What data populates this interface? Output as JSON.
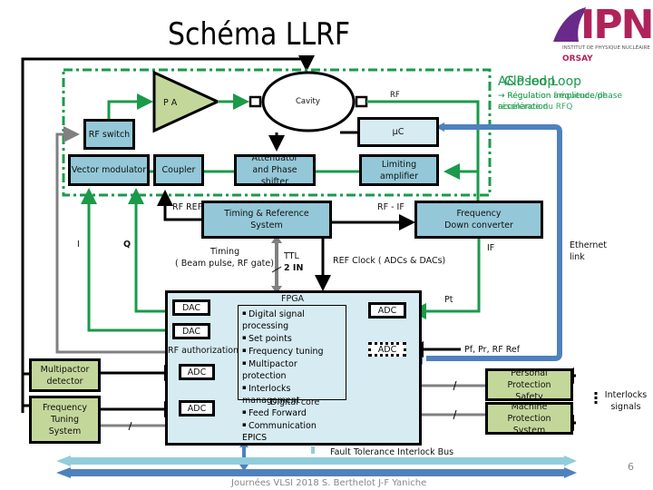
{
  "title": "Schéma LLRF",
  "logo": {
    "name": "IPN",
    "subtitle": "INSTITUT DE PHYSIQUE NUCLÉAIRE",
    "location": "ORSAY",
    "colors": {
      "primary": "#b0235a",
      "accent": "#6a2a8a"
    }
  },
  "loop_labels": {
    "heading_a": "A&P loop",
    "heading_b": "Closed Loop",
    "desc_a_line1": "→ Régulation amplitude/phase",
    "desc_a_line2": "accélération",
    "desc_b_line1": "→ Régulation fréquence de",
    "desc_b_line2": "résonance du RFQ"
  },
  "blocks": {
    "pa": "P A",
    "cavity": "Cavity",
    "rf_switch": "RF switch",
    "vector_modulator": "Vector modulator",
    "coupler": "Coupler",
    "attenuator": "Attenuator and Phase shifter",
    "uc": "µC",
    "limiting_amp": "Limiting amplifier",
    "timing_ref": "Timing & Reference System",
    "freq_down": "Frequency Down converter",
    "fpga_title": "FPGA",
    "digital_core": "Digital core",
    "dac1": "DAC",
    "dac2": "DAC",
    "adc_left1": "ADC",
    "adc_left2": "ADC",
    "adc_right1": "ADC",
    "adc_right2": "ADC",
    "rf_authorization": "RF authorization",
    "multipactor": "Multipactor detector",
    "freq_tuning": "Frequency Tuning System",
    "personal_protection": "Personal Protection Safety",
    "machine_protection": "Machine Protection System"
  },
  "fpga_functions": [
    "Digital signal processing",
    "Set points",
    "Frequency tuning",
    "Multipactor protection",
    "Interlocks management",
    "Feed Forward",
    "Communication EPICS"
  ],
  "signals": {
    "rf": "RF",
    "rf_ref": "RF REF",
    "rf_if": "RF - IF",
    "if": "IF",
    "i": "I",
    "q": "Q",
    "timing": "Timing",
    "timing_detail": "( Beam pulse, RF gate)",
    "ttl": "TTL",
    "ttl_in": "2 IN",
    "ref_clock": "REF Clock ( ADCs & DACs)",
    "pt": "Pt",
    "pf_pr": "Pf, Pr, RF Ref",
    "ethernet": "Ethernet link",
    "interlocks": "Interlocks signals",
    "fault_bus": "Fault Tolerance Interlock Bus"
  },
  "footer": {
    "credit": "Journées VLSI 2018 S. Berthelot J-F Yaniche",
    "page": "6"
  },
  "colors": {
    "green": "#1a9a4a",
    "blue_bus": "#4f81bd",
    "light_blue_bus": "#92cddc",
    "block_blue": "#94c8d8",
    "block_olive": "#c4d79b",
    "grey": "#808080"
  }
}
